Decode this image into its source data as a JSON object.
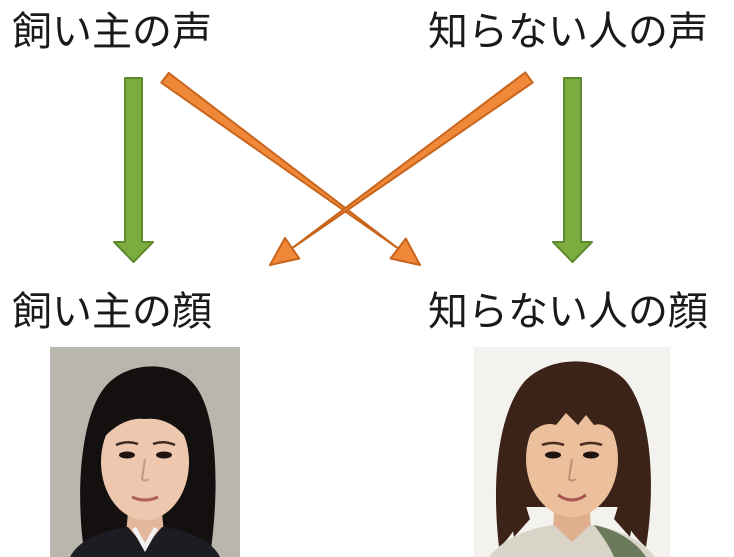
{
  "labels": {
    "owner_voice": "飼い主の声",
    "stranger_voice": "知らない人の声",
    "owner_face": "飼い主の顔",
    "stranger_face": "知らない人の顔"
  },
  "colors": {
    "congruent_arrow": "#7cac3f",
    "congruent_arrow_edge": "#5d8a2c",
    "incongruent_arrow": "#f0883a",
    "incongruent_arrow_edge": "#c8651d",
    "text": "#1a1a1a"
  }
}
